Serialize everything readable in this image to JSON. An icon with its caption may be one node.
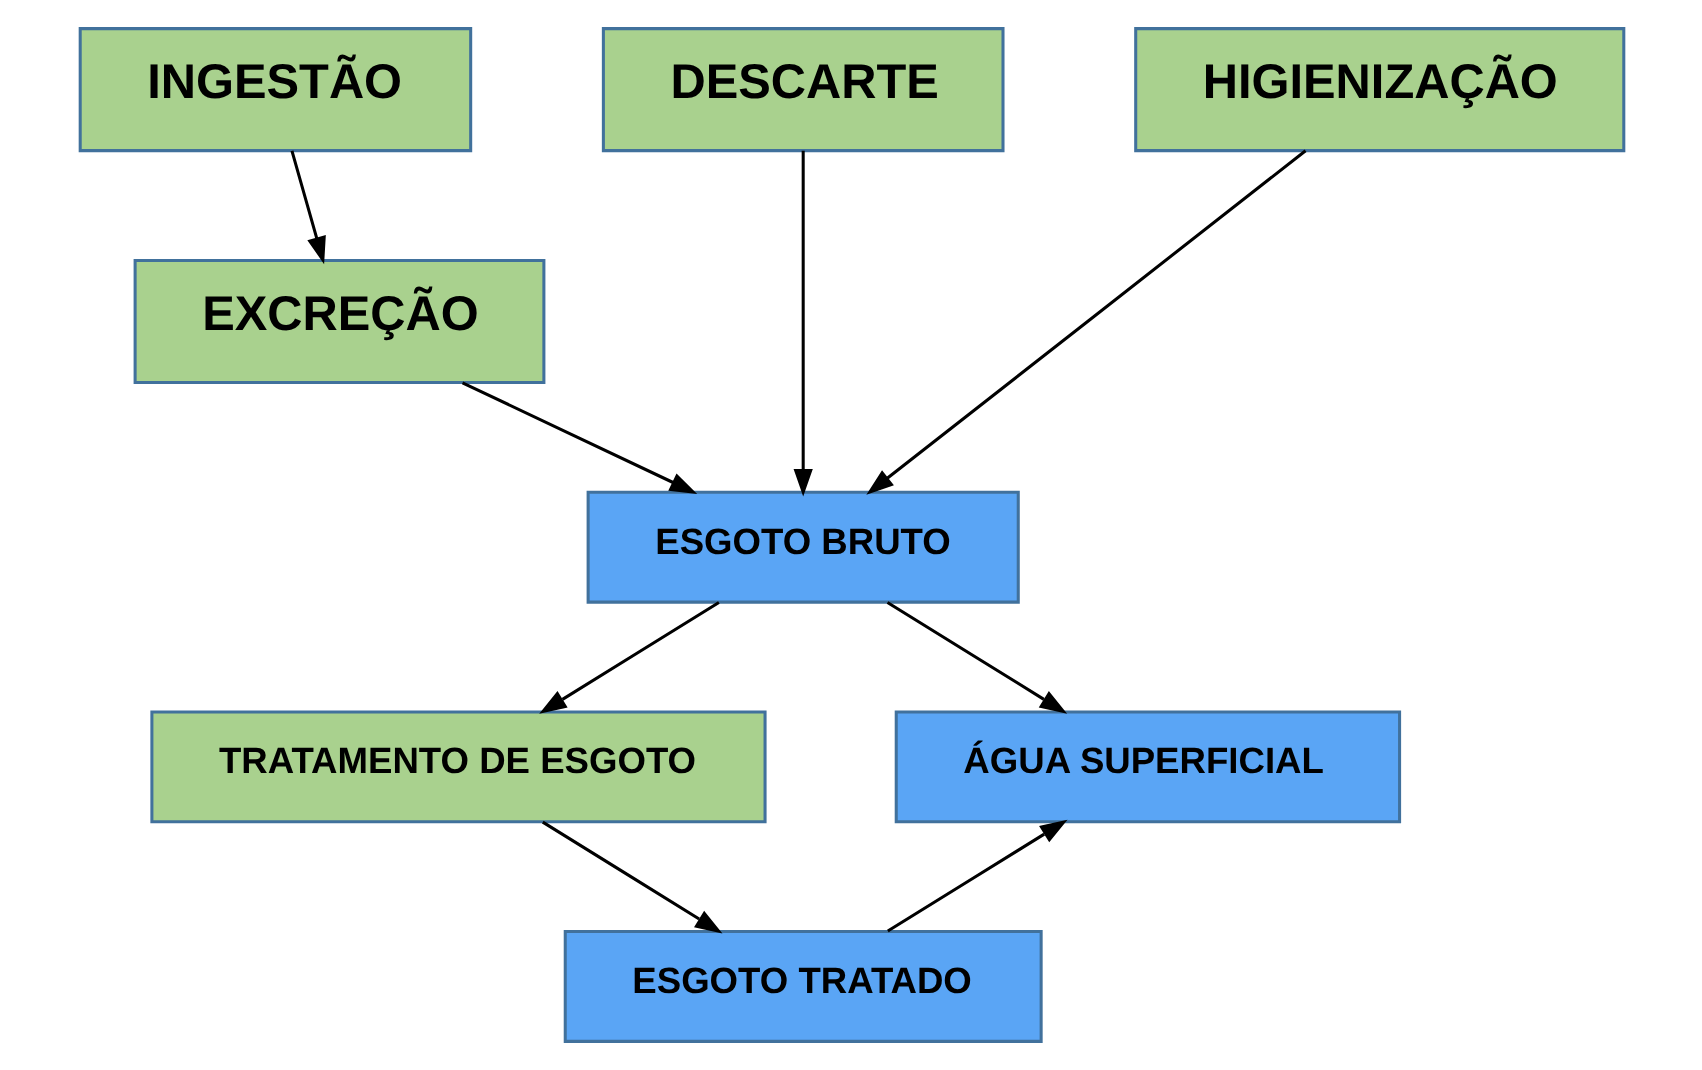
{
  "diagram": {
    "nodes": [
      {
        "text": [
          "INGESTÃO"
        ]
      },
      {
        "text": [
          "DESCARTE"
        ]
      },
      {
        "text": [
          "HIGIENIZAÇÃO"
        ]
      },
      {
        "text": [
          "EXCREÇÃO"
        ]
      },
      {
        "text": [
          "ESGOTO BRUTO"
        ]
      },
      {
        "text": [
          "TRATAMENTO DE ESGOTO"
        ]
      },
      {
        "text": [
          "ÁGUA SUPERFICIAL"
        ]
      },
      {
        "text": [
          "ESGOTO TRATADO"
        ]
      }
    ],
    "edges": [
      {
        "from": 0,
        "to": 3,
        "arrow": "to"
      },
      {
        "from": 1,
        "to": 4,
        "arrow": "to"
      },
      {
        "from": 2,
        "to": 4,
        "arrow": "to"
      },
      {
        "from": 3,
        "to": 4,
        "arrow": "to"
      },
      {
        "from": 4,
        "to": 5,
        "arrow": "to"
      },
      {
        "from": 4,
        "to": 6,
        "arrow": "to"
      },
      {
        "from": 5,
        "to": 7,
        "arrow": "to"
      },
      {
        "from": 7,
        "to": 6,
        "arrow": "to"
      }
    ]
  }
}
